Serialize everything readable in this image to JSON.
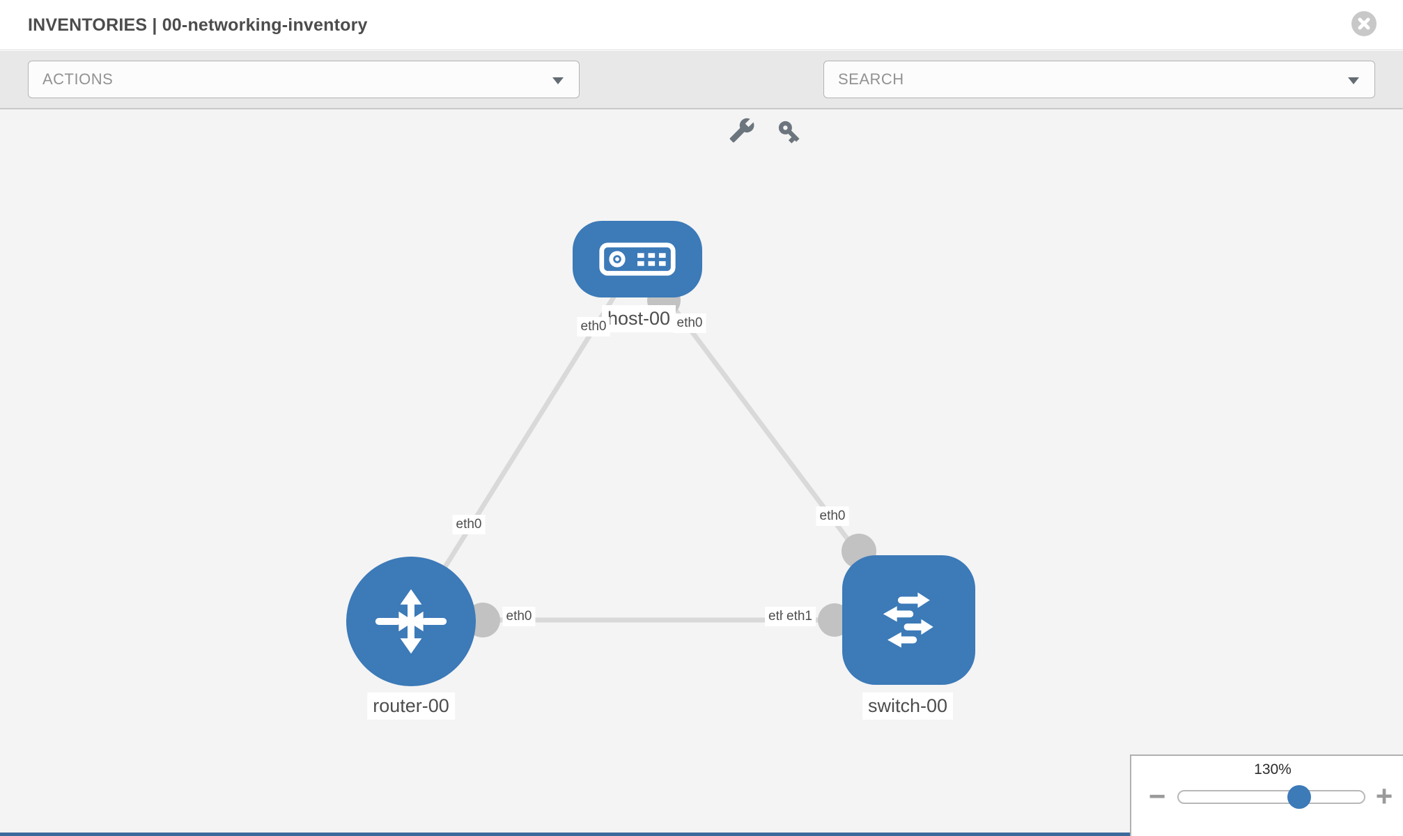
{
  "header": {
    "title": "INVENTORIES | 00-networking-inventory"
  },
  "toolbar": {
    "actions_label": "ACTIONS",
    "search_label": "SEARCH"
  },
  "topology": {
    "nodes": [
      {
        "label": "host-00",
        "type": "host"
      },
      {
        "label": "router-00",
        "type": "router"
      },
      {
        "label": "switch-00",
        "type": "switch"
      }
    ],
    "links": [
      {
        "from": "host-00",
        "to": "router-00",
        "from_interface": "eth0",
        "to_interface": "eth0"
      },
      {
        "from": "host-00",
        "to": "switch-00",
        "from_interface": "eth0",
        "to_interface": "eth0"
      },
      {
        "from": "router-00",
        "to": "switch-00",
        "from_interface": "eth0",
        "to_interface": "eth1"
      }
    ],
    "interface_labels": {
      "host_end_to_router": "eth0",
      "host_end_to_switch": "eth0",
      "router_end_to_host": "eth0",
      "switch_end_to_host": "eth0",
      "router_end_to_switch": "eth0",
      "switch_end_under": "eth0",
      "switch_end_to_router": "eth1"
    }
  },
  "zoom_control": {
    "level": "130%",
    "minus_label": "−",
    "plus_label": "+"
  },
  "colors": {
    "node_blue": "#3c7ab8",
    "link_gray": "#d9d9d9",
    "connector_gray": "#c2c2c2",
    "canvas_gray": "#f4f4f4"
  }
}
